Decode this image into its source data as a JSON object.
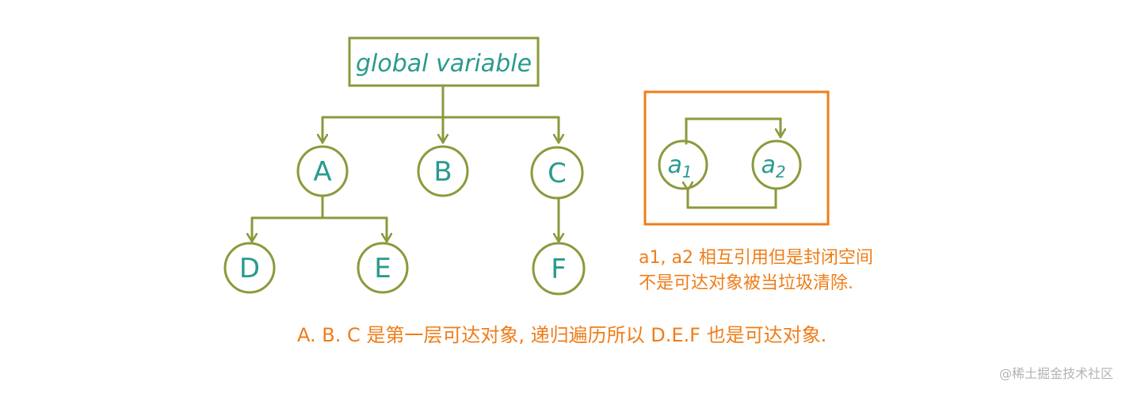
{
  "root": {
    "label": "global variable"
  },
  "nodes": {
    "A": "A",
    "B": "B",
    "C": "C",
    "D": "D",
    "E": "E",
    "F": "F"
  },
  "cycle": {
    "a1": {
      "base": "a",
      "sub": "1"
    },
    "a2": {
      "base": "a",
      "sub": "2"
    },
    "note_line1": "a1, a2 相互引用但是封闭空间",
    "note_line2": "不是可达对象被当垃圾清除."
  },
  "note_main": "A. B. C 是第一层可达对象, 递归遍历所以 D.E.F 也是可达对象.",
  "watermark": "@稀土掘金技术社区",
  "colors": {
    "tree": "#8a9a3c",
    "text": "#2a9a8e",
    "accent": "#ef7d18"
  }
}
